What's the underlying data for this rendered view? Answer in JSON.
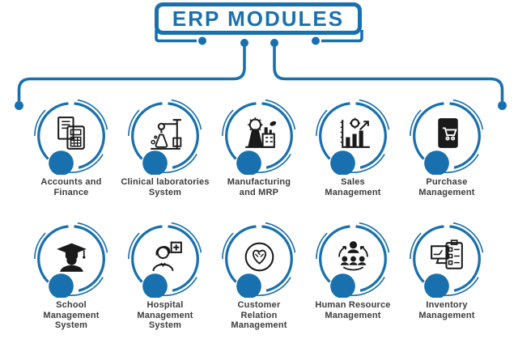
{
  "title": "ERP MODULES",
  "colors": {
    "accent_blue": "#1970af",
    "label_gray": "#3d3c3e",
    "icon_black": "#1a1a1a",
    "background": "#ffffff"
  },
  "modules": [
    {
      "label": "Accounts and Finance",
      "icon": "calculator-icon",
      "lines": [
        "Accounts and",
        "Finance"
      ]
    },
    {
      "label": "Clinical laboratories System",
      "icon": "microscope-icon",
      "lines": [
        "Clinical laboratories",
        "System"
      ]
    },
    {
      "label": "Manufacturing and MRP",
      "icon": "factory-icon",
      "lines": [
        "Manufacturing",
        "and MRP"
      ]
    },
    {
      "label": "Sales Management",
      "icon": "sales-chart-icon",
      "lines": [
        "Sales",
        "Management"
      ]
    },
    {
      "label": "Purchase Management",
      "icon": "shopping-cart-icon",
      "lines": [
        "Purchase",
        "Management"
      ]
    },
    {
      "label": "School Management System",
      "icon": "graduate-icon",
      "lines": [
        "School",
        "Management",
        "System"
      ]
    },
    {
      "label": "Hospital Management System",
      "icon": "nurse-icon",
      "lines": [
        "Hospital",
        "Management",
        "System"
      ]
    },
    {
      "label": "Customer Relation Management",
      "icon": "handshake-icon",
      "lines": [
        "Customer",
        "Relation",
        "Management"
      ]
    },
    {
      "label": "Human Resource Management",
      "icon": "team-icon",
      "lines": [
        "Human Resource",
        "Management"
      ]
    },
    {
      "label": "Inventory Management",
      "icon": "inventory-icon",
      "lines": [
        "Inventory",
        "Management"
      ]
    }
  ]
}
